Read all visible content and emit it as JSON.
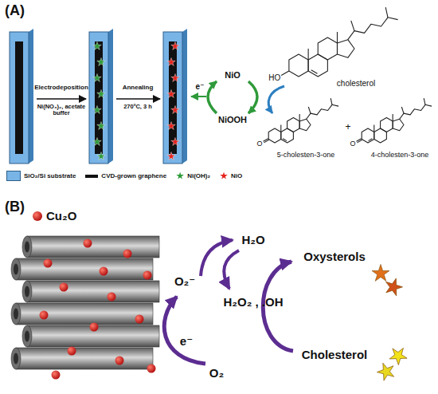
{
  "diagram": {
    "labels": [
      "(A)",
      "Electrodeposition",
      "Ni(NO₃)₂, acetate buffer",
      "Annealing",
      "270ºC, 3 h",
      "e⁻",
      "NiO",
      "NiOOH",
      "HO",
      "cholesterol",
      "O",
      "5-cholesten-3-one",
      "+",
      "O",
      "4-cholesten-3-one",
      "(B)",
      "Cu₂O",
      "H₂O",
      "O₂⁻",
      "H₂O₂ , .OH",
      "e⁻",
      "O₂",
      "Oxysterols",
      "Cholesterol"
    ],
    "legend": [
      {
        "text": "SiO₂/Si substrate",
        "color": "#79b4e6"
      },
      {
        "text": "CVD-grown graphene",
        "color": "#111111"
      },
      {
        "text": "Ni(OH)₂",
        "color": "#2f9a3a"
      },
      {
        "text": "NiO",
        "color": "#e5231d"
      }
    ]
  }
}
